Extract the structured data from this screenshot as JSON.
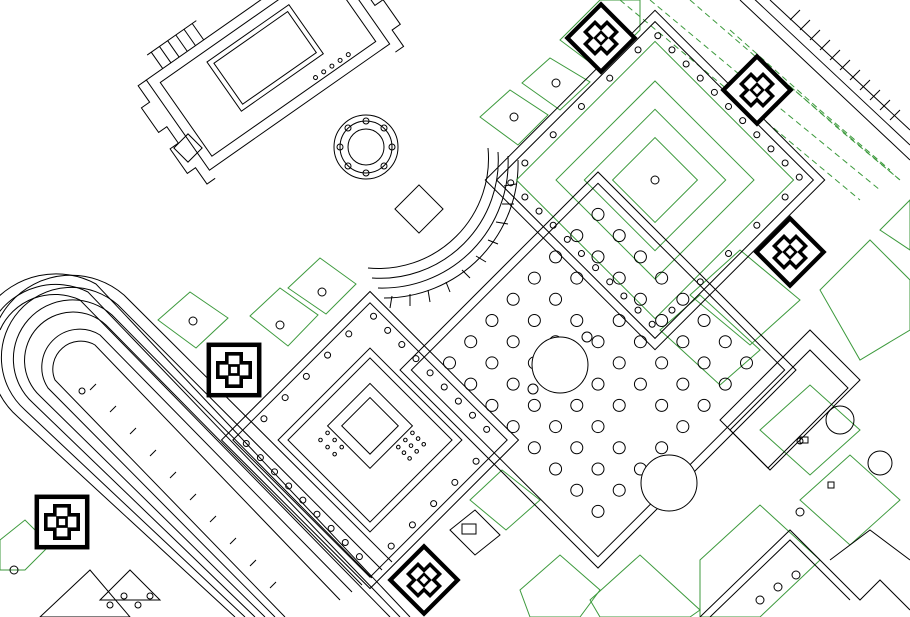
{
  "map": {
    "style": "architectural-site-plan",
    "rotation_deg": 45,
    "colors": {
      "background": "#ffffff",
      "linework": "#000000",
      "green_outline": "#3d9a3d"
    },
    "features": [
      "temple-complex",
      "rotunda",
      "exedra",
      "circus-racetrack",
      "peristyle-courtyard-north",
      "peristyle-courtyard-west",
      "tree-grove-square",
      "fountain-north",
      "fountain-south",
      "corner-towers",
      "green-plots",
      "colonnade-hatching"
    ]
  }
}
